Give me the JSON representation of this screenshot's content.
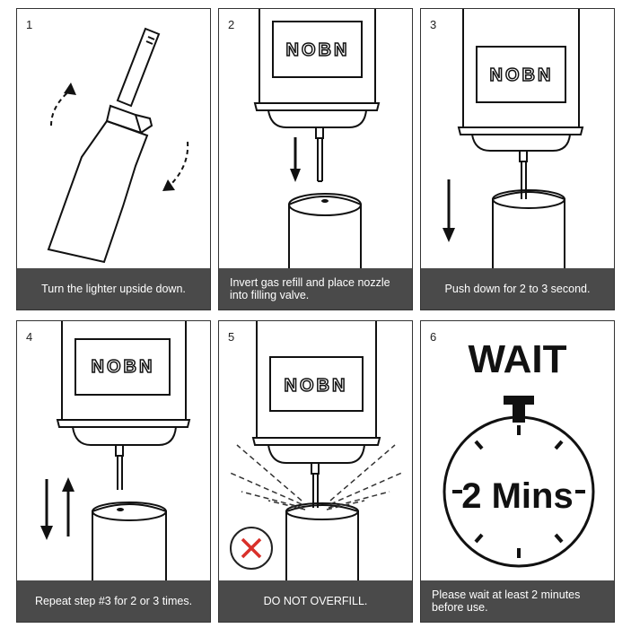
{
  "brand": "NOBN",
  "steps": [
    {
      "number": "1",
      "caption": "Turn the lighter upside down."
    },
    {
      "number": "2",
      "caption": "Invert gas refill and place nozzle into filling valve."
    },
    {
      "number": "3",
      "caption": "Push down for 2 to 3 second."
    },
    {
      "number": "4",
      "caption": "Repeat step #3 for 2 or 3 times."
    },
    {
      "number": "5",
      "caption": "DO NOT OVERFILL."
    },
    {
      "number": "6",
      "caption": "Please wait at least 2 minutes before use."
    }
  ],
  "wait_title": "WAIT",
  "timer_label": "2 Mins",
  "colors": {
    "caption_bg": "#4a4a4a",
    "warning_red": "#d9302a"
  },
  "icons": [
    "lighter-icon",
    "gas-can-icon",
    "arrow-down-icon",
    "arrow-up-icon",
    "no-icon",
    "stopwatch-icon"
  ]
}
